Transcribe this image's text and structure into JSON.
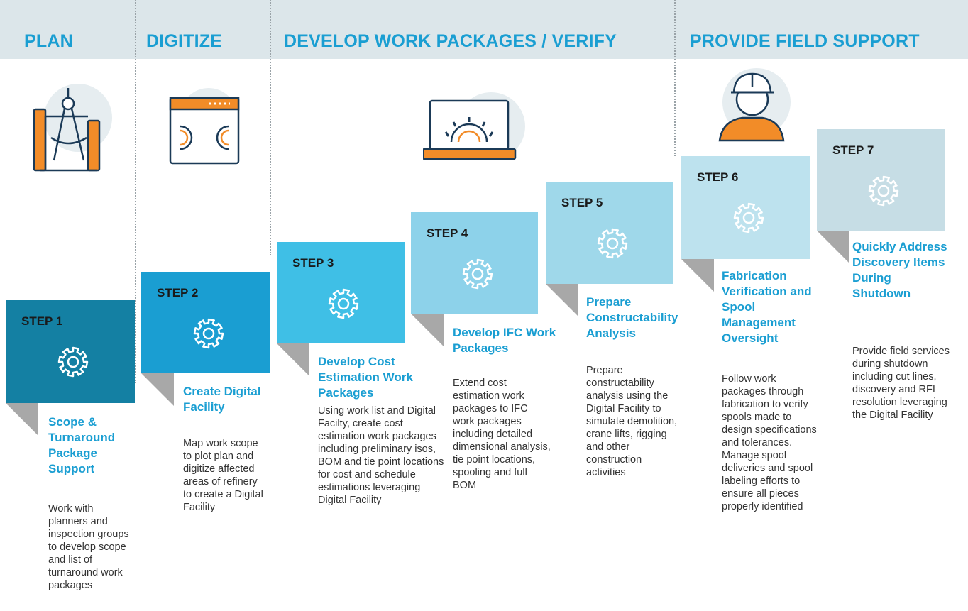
{
  "phases": [
    {
      "label": "PLAN"
    },
    {
      "label": "DIGITIZE"
    },
    {
      "label": "DEVELOP WORK PACKAGES / VERIFY"
    },
    {
      "label": "PROVIDE FIELD SUPPORT"
    }
  ],
  "steps": [
    {
      "label": "STEP 1",
      "title": "Scope & Turnaround Package Support",
      "description": "Work with planners and inspection groups to develop scope and list of turnaround work packages",
      "color": "#1480a3"
    },
    {
      "label": "STEP 2",
      "title": "Create Digital Facility",
      "description": "Map work scope to plot plan and digitize affected areas of refinery to create a Digital Facility",
      "color": "#1a9ed2"
    },
    {
      "label": "STEP 3",
      "title": "Develop Cost Estimation Work Packages",
      "description": "Using work list and Digital Facilty, create cost estimation work packages including preliminary isos, BOM and tie point locations for cost and schedule estimations leveraging Digital Facility",
      "color": "#3fbfe6"
    },
    {
      "label": "STEP 4",
      "title": "Develop IFC Work Packages",
      "description": "Extend cost estimation work packages to IFC work packages including detailed dimensional analysis, tie point locations, spooling and full BOM",
      "color": "#8dd2ea"
    },
    {
      "label": "STEP 5",
      "title": "Prepare Constructability Analysis",
      "description": "Prepare constructability analysis using the Digital Facility to simulate demolition, crane lifts, rigging and other construction activities",
      "color": "#9fd8ea"
    },
    {
      "label": "STEP 6",
      "title": "Fabrication Verification and Spool Management Oversight",
      "description": "Follow work packages through fabrication to verify spools made to design specifications and tolerances. Manage spool deliveries and spool labeling efforts to ensure all pieces properly identified",
      "color": "#bde2ee"
    },
    {
      "label": "STEP 7",
      "title": "Quickly Address Discovery Items During Shutdown",
      "description": "Provide field services during shutdown including cut lines, discovery and RFI resolution leveraging the Digital Facility",
      "color": "#c6dde5"
    }
  ],
  "icons": [
    "compass-blueprint-icon",
    "browser-gears-icon",
    "laptop-gear-icon",
    "worker-hardhat-icon"
  ],
  "colors": {
    "accent": "#1a9ed2",
    "orange": "#f28c28",
    "navy": "#1b3a57",
    "band": "#dce6ea",
    "circle": "#e6edf0",
    "fold": "#a8a8a8"
  }
}
